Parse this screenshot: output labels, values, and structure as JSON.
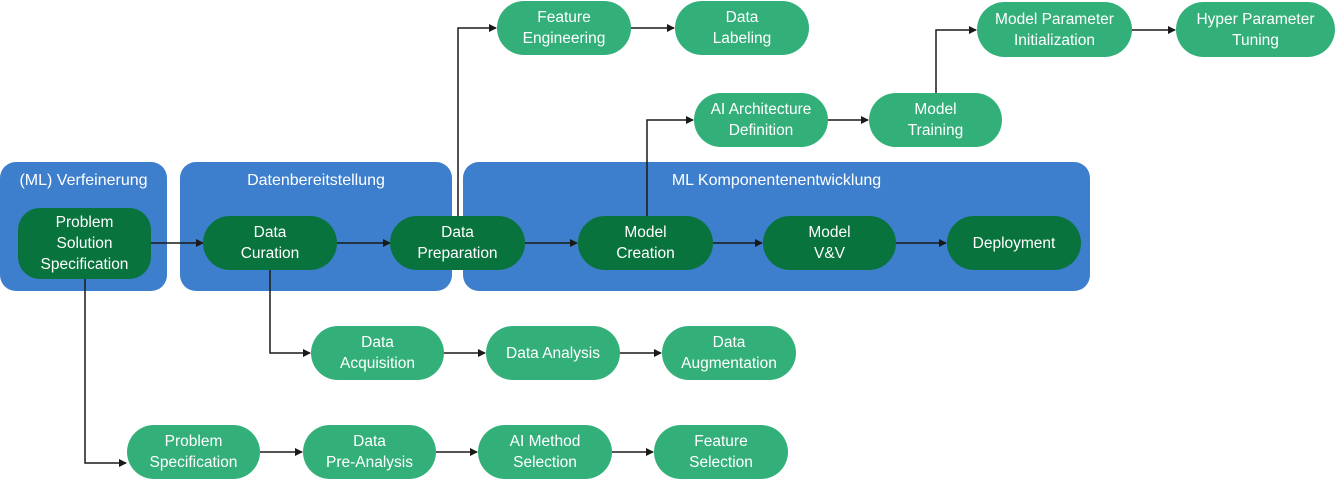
{
  "colors": {
    "group_fill": "#3d7fcc",
    "core_node_fill": "#08733c",
    "sub_node_fill": "#33b07a",
    "edge": "#1a1a1a",
    "text": "#ffffff"
  },
  "groups": [
    {
      "id": "g-verfeinerung",
      "title": "(ML) Verfeinerung"
    },
    {
      "id": "g-datenbereitstellung",
      "title": "Datenbereitstellung"
    },
    {
      "id": "g-komponentenentwicklung",
      "title": "ML Komponentenentwicklung"
    }
  ],
  "nodes": [
    {
      "id": "problem-solution-specification",
      "lines": [
        "Problem",
        "Solution",
        "Specification"
      ],
      "style": "dark"
    },
    {
      "id": "data-curation",
      "lines": [
        "Data",
        "Curation"
      ],
      "style": "dark"
    },
    {
      "id": "data-preparation",
      "lines": [
        "Data",
        "Preparation"
      ],
      "style": "dark"
    },
    {
      "id": "model-creation",
      "lines": [
        "Model",
        "Creation"
      ],
      "style": "dark"
    },
    {
      "id": "model-vv",
      "lines": [
        "Model",
        "V&V"
      ],
      "style": "dark"
    },
    {
      "id": "deployment",
      "lines": [
        "Deployment"
      ],
      "style": "dark"
    },
    {
      "id": "feature-engineering",
      "lines": [
        "Feature",
        "Engineering"
      ],
      "style": "light"
    },
    {
      "id": "data-labeling",
      "lines": [
        "Data",
        "Labeling"
      ],
      "style": "light"
    },
    {
      "id": "ai-architecture-definition",
      "lines": [
        "AI Architecture",
        "Definition"
      ],
      "style": "light"
    },
    {
      "id": "model-training",
      "lines": [
        "Model",
        "Training"
      ],
      "style": "light"
    },
    {
      "id": "model-parameter-initialization",
      "lines": [
        "Model Parameter",
        "Initialization"
      ],
      "style": "light"
    },
    {
      "id": "hyper-parameter-tuning",
      "lines": [
        "Hyper Parameter",
        "Tuning"
      ],
      "style": "light"
    },
    {
      "id": "data-acquisition",
      "lines": [
        "Data",
        "Acquisition"
      ],
      "style": "light"
    },
    {
      "id": "data-analysis",
      "lines": [
        "Data Analysis"
      ],
      "style": "light"
    },
    {
      "id": "data-augmentation",
      "lines": [
        "Data",
        "Augmentation"
      ],
      "style": "light"
    },
    {
      "id": "problem-specification",
      "lines": [
        "Problem",
        "Specification"
      ],
      "style": "light"
    },
    {
      "id": "data-pre-analysis",
      "lines": [
        "Data",
        "Pre-Analysis"
      ],
      "style": "light"
    },
    {
      "id": "ai-method-selection",
      "lines": [
        "AI Method",
        "Selection"
      ],
      "style": "light"
    },
    {
      "id": "feature-selection",
      "lines": [
        "Feature",
        "Selection"
      ],
      "style": "light"
    }
  ],
  "edges": [
    {
      "from": "problem-solution-specification",
      "to": "data-curation"
    },
    {
      "from": "data-curation",
      "to": "data-preparation"
    },
    {
      "from": "data-preparation",
      "to": "model-creation"
    },
    {
      "from": "model-creation",
      "to": "model-vv"
    },
    {
      "from": "model-vv",
      "to": "deployment"
    },
    {
      "from": "data-preparation",
      "to": "feature-engineering"
    },
    {
      "from": "feature-engineering",
      "to": "data-labeling"
    },
    {
      "from": "model-creation",
      "to": "ai-architecture-definition"
    },
    {
      "from": "ai-architecture-definition",
      "to": "model-training"
    },
    {
      "from": "model-training",
      "to": "model-parameter-initialization"
    },
    {
      "from": "model-parameter-initialization",
      "to": "hyper-parameter-tuning"
    },
    {
      "from": "data-curation",
      "to": "data-acquisition"
    },
    {
      "from": "data-acquisition",
      "to": "data-analysis"
    },
    {
      "from": "data-analysis",
      "to": "data-augmentation"
    },
    {
      "from": "problem-solution-specification",
      "to": "problem-specification"
    },
    {
      "from": "problem-specification",
      "to": "data-pre-analysis"
    },
    {
      "from": "data-pre-analysis",
      "to": "ai-method-selection"
    },
    {
      "from": "ai-method-selection",
      "to": "feature-selection"
    }
  ]
}
